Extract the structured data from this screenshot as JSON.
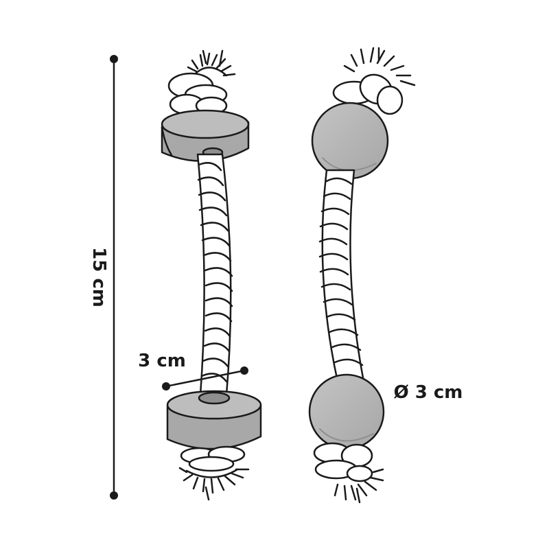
{
  "labels": {
    "total_length": "15 cm",
    "disc_width": "3 cm",
    "ball_diameter": "Ø 3 cm"
  },
  "colors": {
    "background": "#ffffff",
    "line": "#1a1a1a",
    "wood_fill": "#b9b9b9",
    "wood_dark": "#9a9a9a",
    "rope_fill": "#ffffff"
  },
  "items": [
    {
      "name": "rope-toy-with-discs",
      "ends": "disc"
    },
    {
      "name": "rope-toy-with-balls",
      "ends": "ball"
    }
  ]
}
